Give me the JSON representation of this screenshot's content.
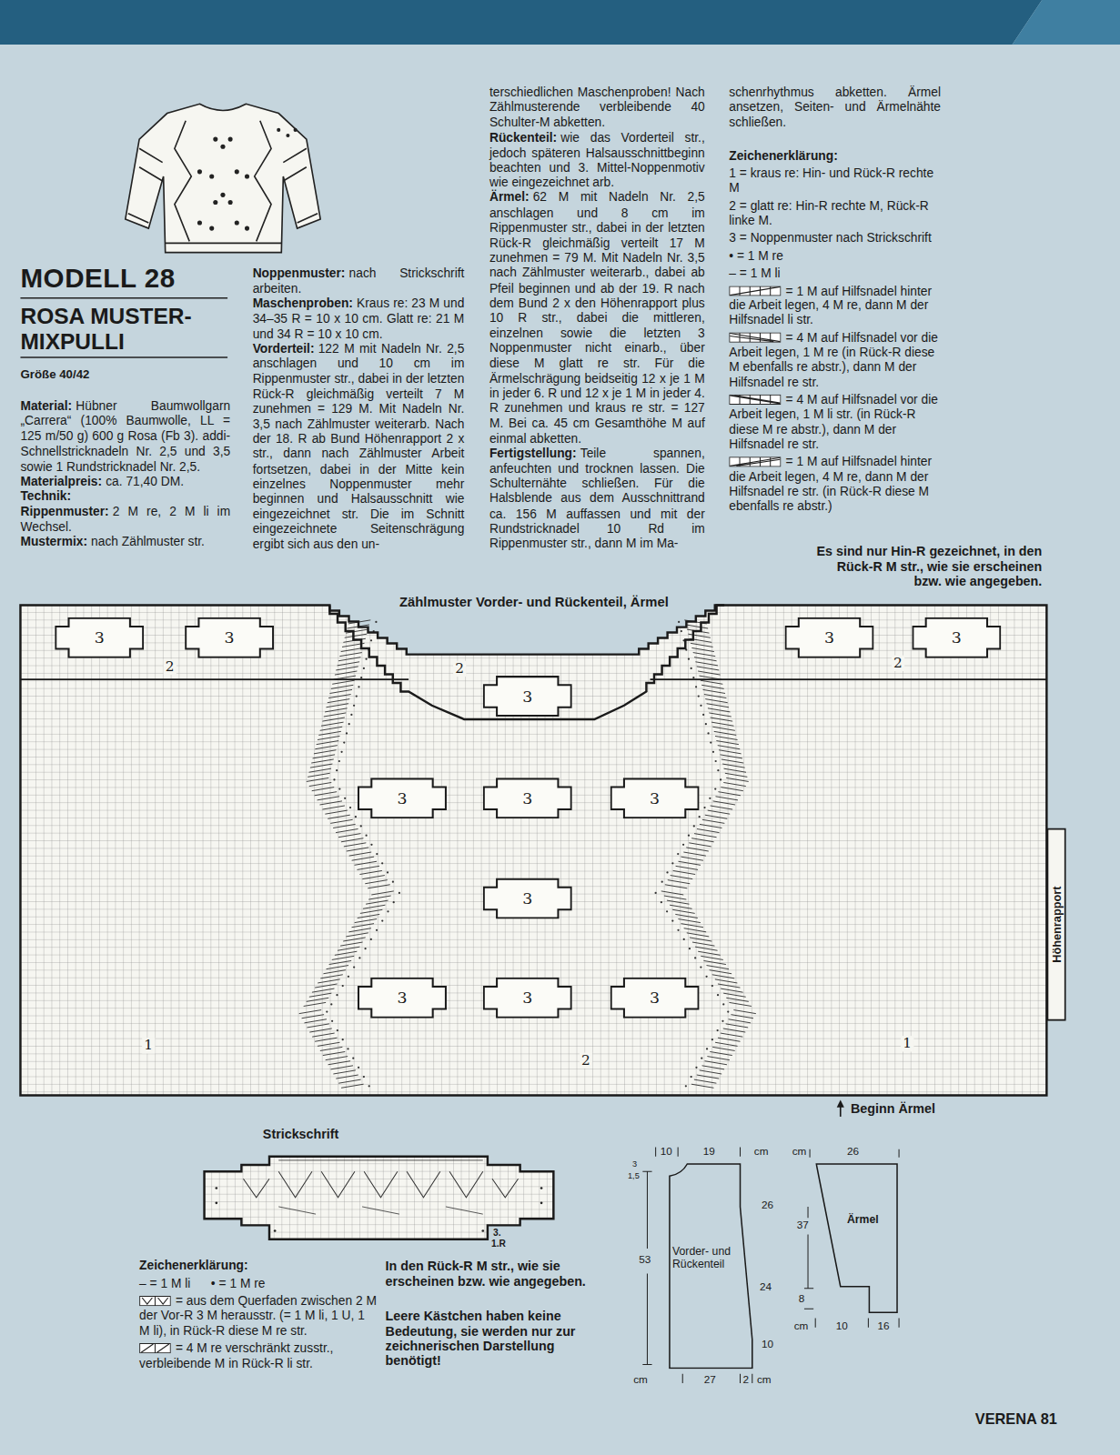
{
  "diagram": {
    "nodes": [
      {
        "text": [
          "3"
        ]
      },
      {
        "text": [
          "3"
        ]
      },
      {
        "text": [
          "3"
        ]
      },
      {
        "text": [
          "3"
        ]
      },
      {
        "text": [
          "3"
        ]
      },
      {
        "text": [
          "3"
        ]
      },
      {
        "text": [
          "3"
        ]
      },
      {
        "text": [
          "3"
        ]
      },
      {
        "text": [
          "Höhenrapport"
        ]
      },
      {
        "text": [
          "3"
        ]
      },
      {
        "text": [
          "3"
        ]
      },
      {
        "text": [
          "3"
        ]
      },
      {
        "text": [
          "3"
        ]
      },
      {
        "text": [
          "Vorder- und Rückenteil"
        ]
      },
      {
        "text": [
          "Ärmel"
        ]
      }
    ],
    "labels": [
      "MODELL 28",
      "ROSA MUSTER-MIXPULLI",
      "Größe 40/42",
      "Material:",
      "Hübner Baumwollgarn „Carrera“ (100% Baumwolle, LL = 125 m/50 g) 600 g Rosa (Fb 3). addi-Schnellstricknadeln Nr. 2,5 und 3,5 sowie 1 Rundstricknadel Nr. 2,5.",
      "Materialpreis:",
      "ca. 71,40 DM.",
      "Technik:",
      "Rippenmuster:",
      "2 M re, 2 M li im Wechsel.",
      "Mustermix:",
      "nach Zählmuster str.",
      "Noppenmuster:",
      "nach Strickschrift arbeiten.",
      "Maschenproben:",
      "Kraus re: 23 M und 34–35 R = 10 x 10 cm. Glatt re: 21 M und 34 R = 10 x 10 cm.",
      "Vorderteil:",
      "122 M mit Nadeln Nr. 2,5 anschlagen und 10 cm im Rippenmuster str., dabei in der letzten Rück-R gleichmäßig verteilt 7 M zunehmen = 129 M. Mit Nadeln Nr. 3,5 nach Zählmuster weiterarb. Nach der 18. R ab Bund Höhenrapport 2 x str., dann nach Zählmuster Arbeit fortsetzen, dabei in der Mitte kein einzelnes Noppenmuster mehr beginnen und Halsausschnitt wie eingezeichnet str. Die im Schnitt eingezeichnete Seitenschrägung ergibt sich aus den un-",
      "terschiedlichen Maschenproben! Nach Zählmusterende verbleibende 40 Schulter-M abketten.",
      "Rückenteil:",
      "wie das Vorderteil str., jedoch späteren Halsausschnittbeginn beachten und 3. Mittel-Noppenmotiv wie eingezeichnet arb.",
      "Ärmel:",
      "62 M mit Nadeln Nr. 2,5 anschlagen und 8 cm im Rippenmuster str., dabei in der letzten Rück-R gleichmäßig verteilt 17 M zunehmen = 79 M. Mit Nadeln Nr. 3,5 nach Zählmuster weiterarb., dabei ab Pfeil beginnen und ab der 19. R nach dem Bund 2 x den Höhenrapport plus 10 R str., dabei die mittleren, einzelnen sowie die letzten 3 Noppenmuster nicht einarb., über diese M glatt re str. Für die Ärmelschrägung beidseitig 12 x je 1 M in jeder 6. R und 12 x je 1 M in jeder 4. R zunehmen und kraus re str. = 127 M. Bei ca. 45 cm Gesamthöhe M auf einmal abketten.",
      "Fertigstellung:",
      "Teile spannen, anfeuchten und trocknen lassen. Die Schulternähte schließen. Für die Halsblende aus dem Ausschnittrand ca. 156 M auffassen und mit der Rundstricknadel 10 Rd im Rippenmuster str., dann M im Ma-",
      "schenrhythmus abketten. Ärmel ansetzen, Seiten- und Ärmelnähte schließen.",
      "Zeichenerklärung:",
      "1 = kraus re: Hin- und Rück-R rechte M",
      "2 = glatt re: Hin-R rechte M, Rück-R linke M.",
      "3 = Noppenmuster nach Strickschrift",
      "• = 1 M re",
      "– = 1 M li",
      "= 1 M auf Hilfsnadel hinter die Arbeit legen, 4 M re, dann M der Hilfsnadel li str.",
      "= 4 M auf Hilfsnadel vor die Arbeit legen, 1 M re (in Rück-R diese M ebenfalls re abstr.), dann M der Hilfsnadel re str.",
      "= 4 M auf Hilfsnadel vor die Arbeit legen, 1 M li str. (in Rück-R diese M re abstr.), dann M der Hilfsnadel re str.",
      "= 1 M auf Hilfsnadel hinter die Arbeit legen, 4 M re, dann M der Hilfsnadel re str. (in Rück-R diese M ebenfalls re abstr.)",
      "Es sind nur Hin-R gezeichnet, in den Rück-R M str., wie sie erscheinen bzw. wie angegeben.",
      "Zählmuster Vorder- und Rückenteil, Ärmel",
      "2",
      "2",
      "2",
      "1",
      "2",
      "1",
      "Beginn Ärmel",
      "Strickschrift",
      "3.",
      "1.R",
      "Zeichenerklärung:",
      "– = 1 M li",
      "• = 1 M re",
      "= aus dem Querfaden zwischen 2 M der Vor-R 3 M herausstr. (= 1 M li, 1 U, 1 M li), in Rück-R diese M re str.",
      "= 4 M re verschränkt zusstr., verbleibende M in Rück-R li str.",
      "In den Rück-R M str., wie sie erscheinen bzw. wie angegeben.",
      "Leere Kästchen haben keine Bedeutung, sie werden nur zur zeichnerischen Darstellung benötigt!",
      "10",
      "19",
      "cm",
      "3",
      "1,5",
      "53",
      "26",
      "24",
      "10",
      "cm",
      "27",
      "2",
      "cm",
      "cm",
      "26",
      "37",
      "8",
      "cm",
      "10",
      "16",
      "VERENA 81"
    ]
  }
}
